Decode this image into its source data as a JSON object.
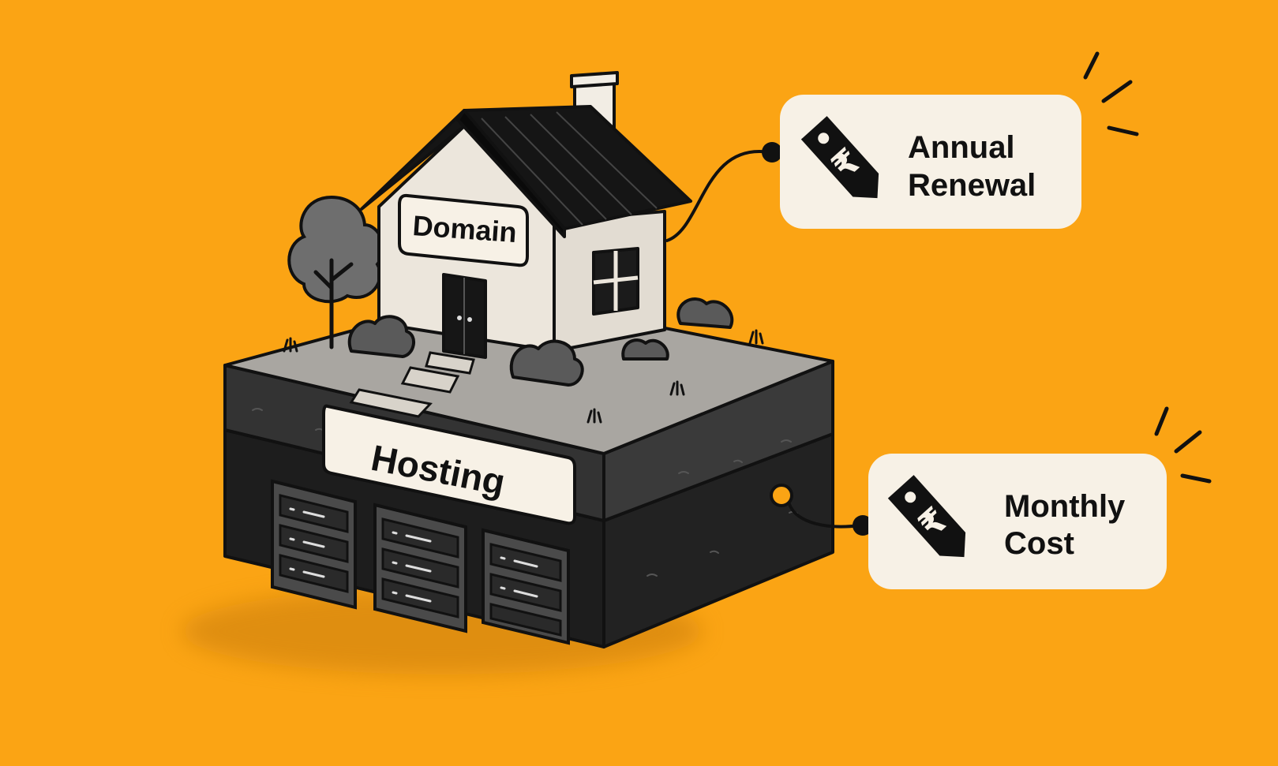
{
  "colors": {
    "background": "#fba414",
    "ink": "#111111",
    "card": "#f7f1e6",
    "ground": "#a9a6a1",
    "soil": "#2e2e2e",
    "bedrock": "#1b1b1b"
  },
  "labels": {
    "domain": "Domain",
    "hosting": "Hosting"
  },
  "tags": {
    "annual": {
      "line1": "Annual",
      "line2": "Renewal",
      "icon": "rupee-price-tag-icon"
    },
    "monthly": {
      "line1": "Monthly",
      "line2": "Cost",
      "icon": "rupee-price-tag-icon"
    }
  },
  "icons": {
    "currency_symbol": "₹"
  }
}
